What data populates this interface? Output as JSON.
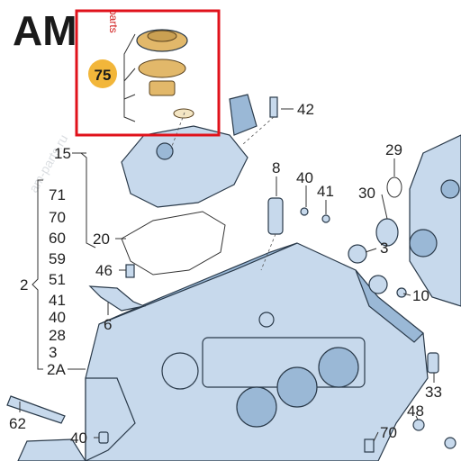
{
  "logo": {
    "brand": "AM",
    "tag": "parts"
  },
  "watermark": {
    "text": "am-parts.ru",
    "small": "am-parts.ru"
  },
  "highlight": {
    "color": "#e0121b",
    "badge": "75",
    "badge_color": "#f2b63a"
  },
  "labels": [
    {
      "id": "42",
      "text": "42"
    },
    {
      "id": "15",
      "text": "15"
    },
    {
      "id": "29",
      "text": "29"
    },
    {
      "id": "8",
      "text": "8"
    },
    {
      "id": "40a",
      "text": "40"
    },
    {
      "id": "41",
      "text": "41"
    },
    {
      "id": "30",
      "text": "30"
    },
    {
      "id": "71",
      "text": "71"
    },
    {
      "id": "70a",
      "text": "70"
    },
    {
      "id": "60",
      "text": "60"
    },
    {
      "id": "59",
      "text": "59"
    },
    {
      "id": "20",
      "text": "20"
    },
    {
      "id": "3a",
      "text": "3"
    },
    {
      "id": "46",
      "text": "46"
    },
    {
      "id": "51",
      "text": "51"
    },
    {
      "id": "2",
      "text": "2"
    },
    {
      "id": "41b",
      "text": "41"
    },
    {
      "id": "40b",
      "text": "40"
    },
    {
      "id": "28",
      "text": "28"
    },
    {
      "id": "3b",
      "text": "3"
    },
    {
      "id": "2A",
      "text": "2A"
    },
    {
      "id": "6",
      "text": "6"
    },
    {
      "id": "10",
      "text": "10"
    },
    {
      "id": "33",
      "text": "33"
    },
    {
      "id": "62",
      "text": "62"
    },
    {
      "id": "48",
      "text": "48"
    },
    {
      "id": "40c",
      "text": "40"
    },
    {
      "id": "70b",
      "text": "70"
    }
  ]
}
